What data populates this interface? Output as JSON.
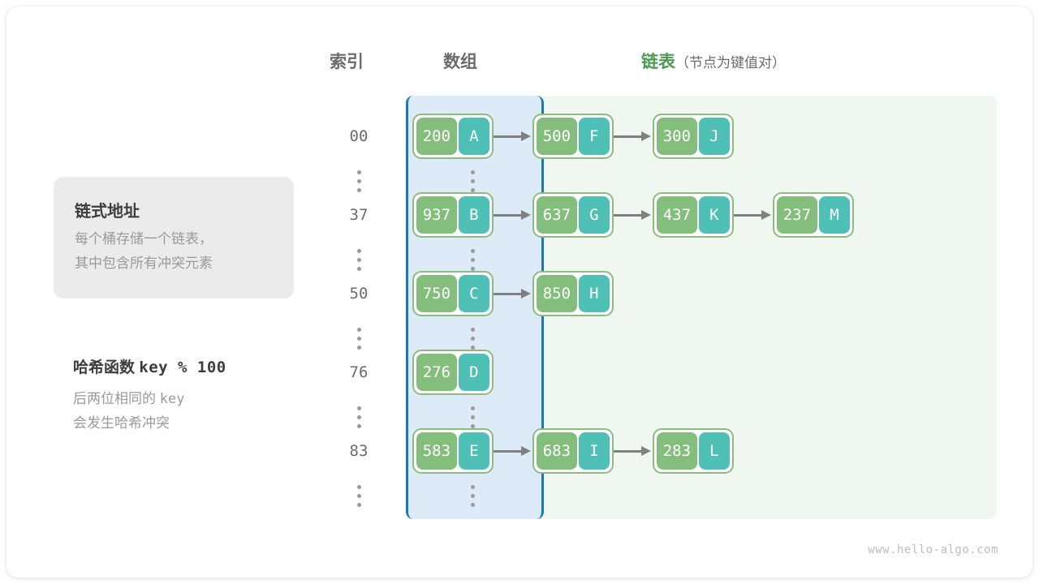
{
  "headings": {
    "index": "索引",
    "array": "数组",
    "list_main": "链表",
    "list_sub": "（节点为键值对）"
  },
  "infobox": {
    "title": "链式地址",
    "line1": "每个桶存储一个链表，",
    "line2": "其中包含所有冲突元素"
  },
  "hash_note": {
    "title_text": "哈希函数",
    "title_mono": "key % 100",
    "line1_text": "后两位相同的",
    "line1_mono": "key",
    "line2": "会发生哈希冲突"
  },
  "colors": {
    "key_cell": "#84be7c",
    "value_cell": "#4fc0b5",
    "node_border": "#8cbd7e",
    "array_border": "#1779bd",
    "array_bg": "#dcebf7",
    "list_bg": "#f0f7f0",
    "list_title": "#4d9a50",
    "arrow": "#808080",
    "muted_text": "#9a9a9a",
    "index_text": "#6b6b6b"
  },
  "buckets": [
    {
      "index": "00",
      "nodes": [
        {
          "key": "200",
          "value": "A"
        },
        {
          "key": "500",
          "value": "F"
        },
        {
          "key": "300",
          "value": "J"
        }
      ]
    },
    {
      "index": "37",
      "nodes": [
        {
          "key": "937",
          "value": "B"
        },
        {
          "key": "637",
          "value": "G"
        },
        {
          "key": "437",
          "value": "K"
        },
        {
          "key": "237",
          "value": "M"
        }
      ]
    },
    {
      "index": "50",
      "nodes": [
        {
          "key": "750",
          "value": "C"
        },
        {
          "key": "850",
          "value": "H"
        }
      ]
    },
    {
      "index": "76",
      "nodes": [
        {
          "key": "276",
          "value": "D"
        }
      ]
    },
    {
      "index": "83",
      "nodes": [
        {
          "key": "583",
          "value": "E"
        },
        {
          "key": "683",
          "value": "I"
        },
        {
          "key": "283",
          "value": "L"
        }
      ]
    }
  ],
  "ellipsis_label": "⋮",
  "footer": "www.hello-algo.com"
}
